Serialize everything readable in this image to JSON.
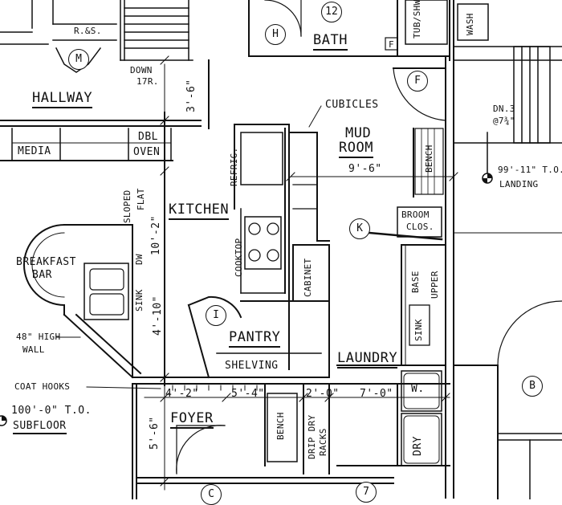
{
  "rooms": {
    "hallway": "HALLWAY",
    "bath": "BATH",
    "kitchen": "KITCHEN",
    "mud_room_line1": "MUD",
    "mud_room_line2": "ROOM",
    "pantry": "PANTRY",
    "laundry": "LAUNDRY",
    "foyer": "FOYER"
  },
  "fixtures": {
    "rs": "R.&S.",
    "media": "MEDIA",
    "dbl_oven_line1": "DBL",
    "dbl_oven_line2": "OVEN",
    "refrig": "REFRIG.",
    "cooktop": "COOKTOP",
    "dw": "DW",
    "sink_kitchen": "SINK",
    "breakfast_bar_line1": "BREAKFAST",
    "breakfast_bar_line2": "BAR",
    "sloped": "SLOPED",
    "flat": "FLAT",
    "cabinet": "CABINET",
    "shelving": "SHELVING",
    "bench_mud": "BENCH",
    "broom_clos_line1": "BROOM",
    "broom_clos_line2": "CLOS.",
    "base": "BASE",
    "upper": "UPPER",
    "sink_laundry": "SINK",
    "washer": "W.",
    "dryer": "DRY",
    "bench_foyer": "BENCH",
    "drip_dry_line1": "DRIP DRY",
    "drip_dry_line2": "RACKS",
    "tub_shower": "TUB/SHWR",
    "wash": "WASH",
    "bath_f": "F"
  },
  "annotations": {
    "down": "DOWN",
    "down_risers": "17R.",
    "cubicles": "CUBICLES",
    "dn3": "DN.3",
    "dn3_riser": "@7¾\"",
    "landing_elev": "99'-11\" T.O.",
    "landing": "LANDING",
    "high_wall_line1": "48\" HIGH",
    "high_wall_line2": "WALL",
    "coat_hooks": "COAT HOOKS",
    "subfloor_elev": "100'-0\" T.O.",
    "subfloor": "SUBFLOOR"
  },
  "dimensions": {
    "hall_width": "3'-6\"",
    "mud_width": "9'-6\"",
    "kitchen_depth": "10'-2\"",
    "pantry_offset": "4'-10\"",
    "foyer_a": "4'-2\"",
    "foyer_b": "5'-4\"",
    "foyer_c": "2'-0\"",
    "laundry_len": "7'-0\"",
    "foyer_depth": "5'-6\""
  },
  "tags": {
    "m": "M",
    "h": "H",
    "t12": "12",
    "f": "F",
    "k": "K",
    "i": "I",
    "b": "B",
    "c": "C",
    "t7": "7"
  }
}
